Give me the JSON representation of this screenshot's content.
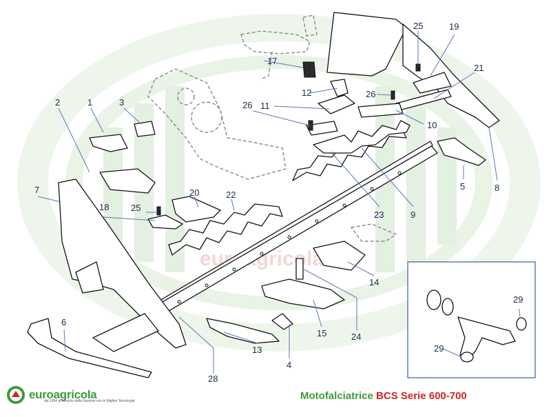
{
  "diagram": {
    "watermark": "euroagricola.it",
    "callouts": [
      "1",
      "2",
      "3",
      "4",
      "5",
      "6",
      "7",
      "8",
      "9",
      "10",
      "11",
      "12",
      "13",
      "14",
      "15",
      "17",
      "18",
      "19",
      "20",
      "21",
      "22",
      "23",
      "24",
      "25",
      "25",
      "26",
      "26",
      "28",
      "29",
      "29"
    ]
  },
  "footer": {
    "brand_name": "euroagricola",
    "brand_tagline": "dal 1994 al servizio della Nazione con le Migliori Tecnologie",
    "title_product": "Motofalciatrice",
    "title_series": "BCS Serie 600-700"
  },
  "colors": {
    "brand_green": "#3f9a3b",
    "brand_red": "#d42323",
    "callout_blue": "#5b78b8",
    "watermark_green": "#e6f1e4"
  }
}
